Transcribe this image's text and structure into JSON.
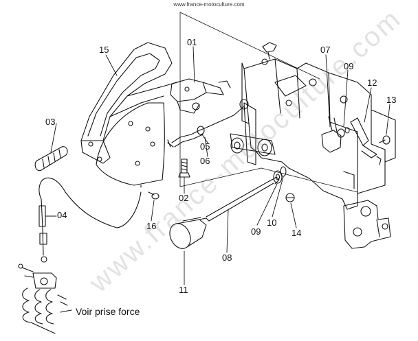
{
  "source": "www.france-motoculture.com",
  "watermark": "www.france-motoculture.com",
  "note": "Voir prise force",
  "part_labels": {
    "p15": "15",
    "p01": "01",
    "p07": "07",
    "p09a": "09",
    "p12": "12",
    "p13": "13",
    "p03": "03",
    "p05": "05",
    "p06": "06",
    "p02": "02",
    "p04": "04",
    "p16": "16",
    "p09b": "09",
    "p10": "10",
    "p14": "14",
    "p08": "08",
    "p11": "11"
  }
}
